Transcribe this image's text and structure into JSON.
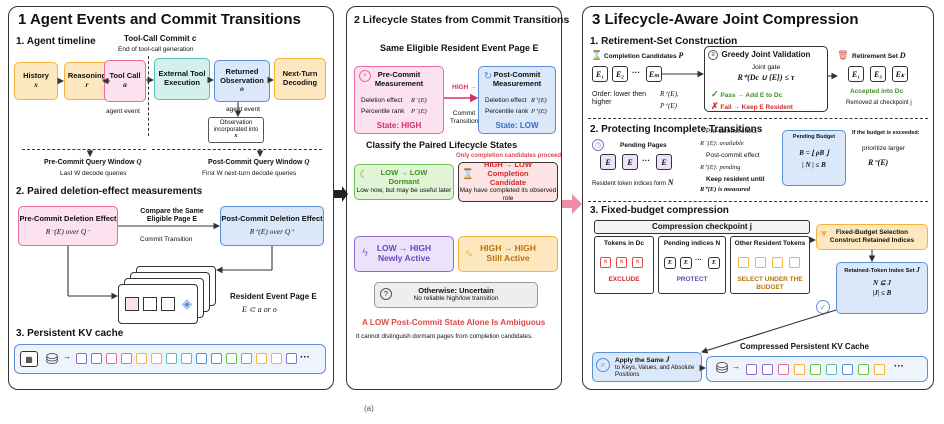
{
  "colors": {
    "orange": "#f5b33a",
    "orange_bg": "#fde7bf",
    "teal": "#55bfb8",
    "teal_bg": "#d3f0ee",
    "pink": "#e96a9f",
    "pink_bg": "#fce1ee",
    "blue": "#5b8fd8",
    "blue_bg": "#dbe8fa",
    "green": "#6bbf4a",
    "green_bg": "#e2f4d6",
    "purple": "#8e6ad8",
    "purple_bg": "#ece3fb",
    "red": "#e04848",
    "red_bg": "#fde3e3",
    "gray_bg": "#eeeeee",
    "arrow_pink": "#f08aa6"
  },
  "panel1": {
    "title": "1 Agent Events and Commit Transitions",
    "s1": "1. Agent timeline",
    "tool_call_commit": "Tool-Call Commit c",
    "tool_call_end": "End of tool-call generation",
    "history": "History",
    "history_sym": "x",
    "reasoning": "Reasoning",
    "reasoning_sym": "r",
    "tool_call": "Tool Call",
    "tool_call_sym": "a",
    "external": "External Tool Execution",
    "returned": "Returned Observation",
    "returned_sym": "o",
    "next_turn": "Next-Turn Decoding",
    "agent_event_1": "agent event",
    "agent_event_2": "agent event",
    "observation_note": "Observation incorporated into",
    "observation_sym": "x",
    "pre_window": "Pre-Commit Query Window",
    "pre_window_sym": "Q",
    "pre_window_sub": "Last W decode queries",
    "post_window": "Post-Commit Query Window",
    "post_window_sym": "Q",
    "post_window_sub": "First W next-turn decode queries",
    "s2": "2. Paired deletion-effect measurements",
    "pre_effect": "Pre-Commit Deletion Effect",
    "pre_effect_f": "R⁻(E) over Q⁻",
    "compare": "Compare the Same Eligible Page E",
    "commit_transition": "Commit Transition",
    "post_effect": "Post-Commit Deletion Effect",
    "post_effect_f": "R⁺(E) over Q⁺",
    "resident_page": "Resident Event Page E",
    "resident_sub": "E ⊂ a or o",
    "s3": "3. Persistent KV cache",
    "dots": "···"
  },
  "panel2": {
    "title": "2 Lifecycle States from Commit Transitions",
    "same_page": "Same Eligible Resident Event Page E",
    "pre_title": "Pre-Commit Measurement",
    "pre_row1_l": "Deletion effect",
    "pre_row1_r": "R⁻(E)",
    "pre_row2_l": "Percentile rank",
    "pre_row2_r": "P⁻(E)",
    "pre_state": "State: HIGH",
    "mid_arrow": "HIGH → LOW",
    "mid_label": "Commit Transition",
    "post_title": "Post-Commit Measurement",
    "post_row1_l": "Deletion effect",
    "post_row1_r": "R⁺(E)",
    "post_row2_l": "Percentile rank",
    "post_row2_r": "P⁺(E)",
    "post_state": "State: LOW",
    "classify": "Classify the Paired Lifecycle States",
    "only_completion": "Only completion candidates proceed",
    "ll_title": "LOW → LOW Dormant",
    "ll_sub": "Low now, but may be useful later",
    "hl_title": "HIGH → LOW Completion Candidate",
    "hl_sub": "May have completed its observed role",
    "lh_title": "LOW → HIGH Newly Active",
    "hh_title": "HIGH → HIGH Still Active",
    "other_title": "Otherwise: Uncertain",
    "other_sub": "No reliable high/low transition",
    "warn": "A LOW Post-Commit State Alone Is Ambiguous",
    "warn_sub": "It cannot distinguish dormant pages from completion candidates."
  },
  "panel3": {
    "title": "3 Lifecycle-Aware Joint Compression",
    "s1": "1. Retirement-Set Construction",
    "cand_label": "Completion Candidates",
    "cand_sym": "P",
    "e1": "E₁",
    "e2": "E₂",
    "em": "Eₘ",
    "order": "Order: lower then higher",
    "rplus": "R⁺(E),",
    "pplus": "P⁺(E)",
    "greedy": "Greedy Joint Validation",
    "joint_gate": "Joint gate",
    "gate_formula": "R⁺(Dc ∪ {E}) ≤ τ",
    "pass": "Pass → Add E to Dc",
    "fail": "Fail → Keep E Resident",
    "ret_set": "Retirement Set",
    "ret_sym": "D",
    "ret_e1": "E₁",
    "ret_e2": "E₃",
    "ret_e3": "Eₖ",
    "accepted": "Accepted into Dc",
    "removed": "Removed at checkpoint j",
    "s2": "2. Protecting Incomplete Transitions",
    "pending_pages": "Pending Pages",
    "p1": "E",
    "p2": "E",
    "p3": "E",
    "resident_from": "Resident token indices form",
    "resident_sym": "N",
    "pre_effect": "Pre-commit effect",
    "pre_avail": "R⁻(E): available",
    "post_effect": "Post-commit effect",
    "post_pending": "R⁺(E): pending",
    "keep_until": "Keep resident until",
    "keep_until2": "R⁺(E) is measured",
    "pending_budget": "Pending Budget",
    "budget_formula": "B = ⌊ ρB ⌋",
    "budget_formula2": "| N | ≤ B",
    "if_exceeded": "If the budget is exceeded:",
    "prioritize": "prioritize larger",
    "prior_sym": "R⁻(E)",
    "s3": "3. Fixed-budget compression",
    "checkpoint": "Compression checkpoint j",
    "tok_in_d": "Tokens in Dc",
    "exclude": "EXCLUDE",
    "pend_idx": "Pending indices N",
    "protect": "PROTECT",
    "other_res": "Other Resident Tokens",
    "select": "SELECT UNDER THE BUDGET",
    "fixed_sel": "Fixed-Budget Selection",
    "construct": "Construct Retained Indices",
    "retained": "Retained-Token Index Set",
    "retained_sym": "J",
    "ret_f1": "N ⊆ J",
    "ret_f2": "|J| ≤ B",
    "apply": "Apply the Same",
    "apply_sym": "J",
    "apply2": "to Keys, Values, and Absolute Positions",
    "compressed": "Compressed Persistent KV Cache",
    "x": "×",
    "dots": "···"
  },
  "caption": "(a)"
}
